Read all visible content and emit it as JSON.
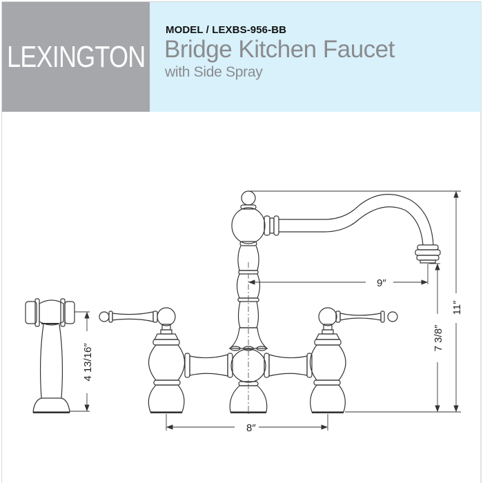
{
  "header": {
    "brand": "LEXINGTON",
    "model_line": "MODEL / LEXBS-956-BB",
    "title": "Bridge Kitchen Faucet",
    "subtitle": "with Side Spray"
  },
  "colors": {
    "brand_panel_bg": "#a6a7ab",
    "title_panel_bg": "#d8f1fb",
    "title_text": "#8a8b8e",
    "model_text": "#111111",
    "line_color": "#333333"
  },
  "drawing": {
    "dimensions": {
      "spout_reach": "9″",
      "spout_height": "7 3/8″",
      "overall_height": "11″",
      "center_spread": "8″",
      "side_spray_height": "4 13/16″"
    }
  }
}
